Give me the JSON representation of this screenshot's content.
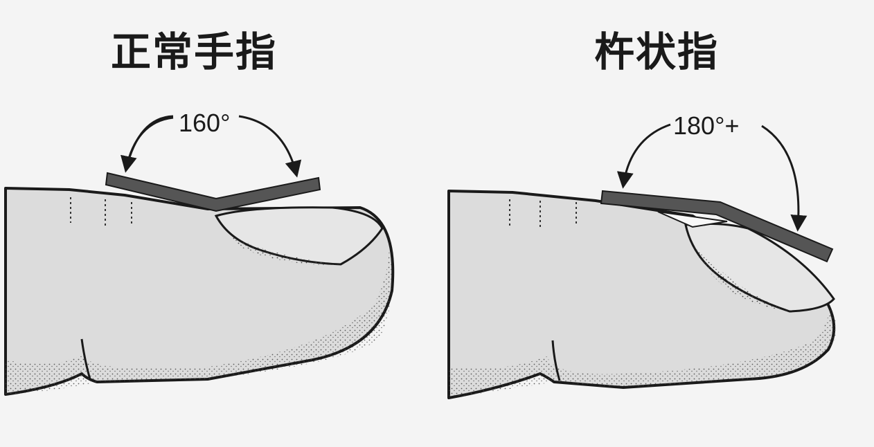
{
  "panels": {
    "normal": {
      "title": "正常手指",
      "angle": "160°"
    },
    "clubbed": {
      "title": "杵状指",
      "angle": "180°+"
    }
  },
  "colors": {
    "background": "#f4f4f4",
    "skin": "#dcdcdc",
    "outline": "#1a1a1a",
    "ruler": "#555555"
  }
}
